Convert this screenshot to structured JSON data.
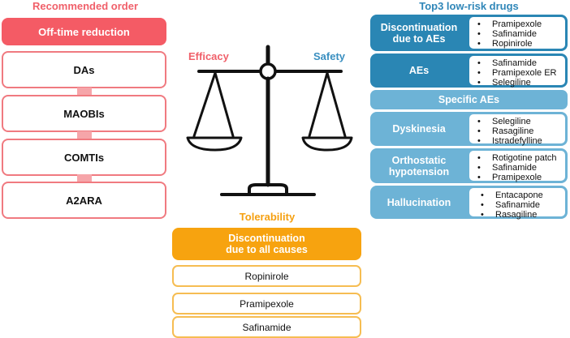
{
  "left": {
    "title": "Recommended order",
    "head": "Off-time reduction",
    "items": [
      "DAs",
      "MAOBIs",
      "COMTIs",
      "A2ARA"
    ]
  },
  "center": {
    "efficacy": "Efficacy",
    "safety": "Safety",
    "tolerability": "Tolerability",
    "tol_head_line1": "Discontinuation",
    "tol_head_line2": "due to all causes",
    "tol_items": [
      "Ropinirole",
      "Pramipexole",
      "Safinamide"
    ]
  },
  "right": {
    "title": "Top3 low-risk drugs",
    "discontinuation_line1": "Discontinuation",
    "discontinuation_line2": "due to AEs",
    "discontinuation_drugs": [
      "Pramipexole",
      "Safinamide",
      "Ropinirole"
    ],
    "aes_label": "AEs",
    "aes_drugs": [
      "Safinamide",
      "Pramipexole ER",
      "Selegiline"
    ],
    "specific_label": "Specific AEs",
    "dyskinesia_label": "Dyskinesia",
    "dyskinesia_drugs": [
      "Selegiline",
      "Rasagiline",
      "Istradefylline"
    ],
    "orthostatic_line1": "Orthostatic",
    "orthostatic_line2": "hypotension",
    "orthostatic_drugs": [
      "Rotigotine patch",
      "Safinamide",
      "Pramipexole"
    ],
    "hallucination_label": "Hallucination",
    "hallucination_drugs": [
      "Entacapone",
      "Safinamide",
      "Rasagiline"
    ],
    "bullet": "•"
  },
  "colors": {
    "red": "#f45b65",
    "orange": "#f7a30f",
    "blue_dark": "#2a86b4",
    "blue_light": "#6db3d6"
  }
}
